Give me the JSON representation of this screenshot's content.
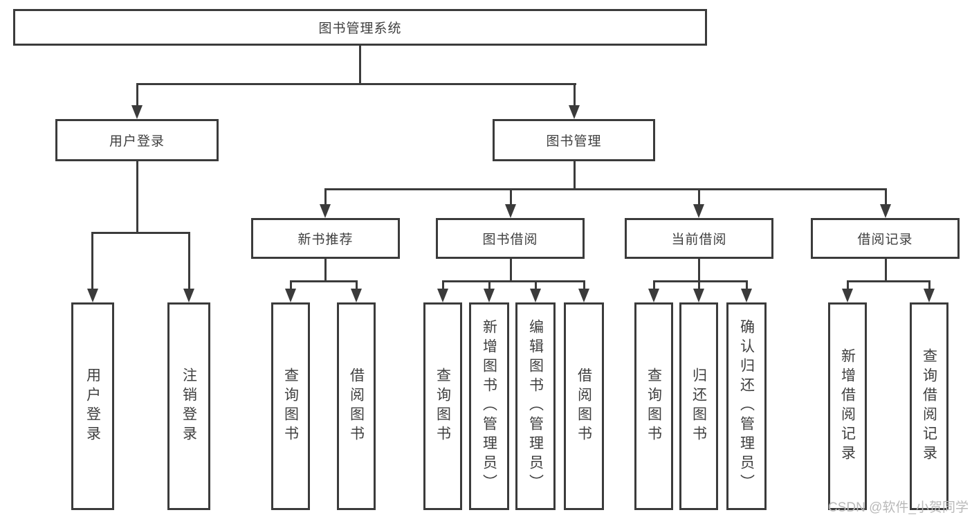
{
  "diagram": {
    "type": "tree",
    "root": {
      "label": "图书管理系统"
    },
    "branches": [
      {
        "label": "用户登录",
        "children": [
          {
            "label": "用户登录"
          },
          {
            "label": "注销登录"
          }
        ]
      },
      {
        "label": "图书管理",
        "children": [
          {
            "label": "新书推荐",
            "children": [
              {
                "label": "查询图书"
              },
              {
                "label": "借阅图书"
              }
            ]
          },
          {
            "label": "图书借阅",
            "children": [
              {
                "label": "查询图书"
              },
              {
                "label": "新增图书（管理员）"
              },
              {
                "label": "编辑图书（管理员）"
              },
              {
                "label": "借阅图书"
              }
            ]
          },
          {
            "label": "当前借阅",
            "children": [
              {
                "label": "查询图书"
              },
              {
                "label": "归还图书"
              },
              {
                "label": "确认归还（管理员）"
              }
            ]
          },
          {
            "label": "借阅记录",
            "children": [
              {
                "label": "新增借阅记录"
              },
              {
                "label": "查询借阅记录"
              }
            ]
          }
        ]
      }
    ]
  },
  "watermark": {
    "text": "CSDN @软件_小贺同学"
  },
  "colors": {
    "line": "#3b3b3b",
    "text": "#3f3f3f",
    "watermark": "#b9b9b9",
    "background": "#ffffff"
  }
}
